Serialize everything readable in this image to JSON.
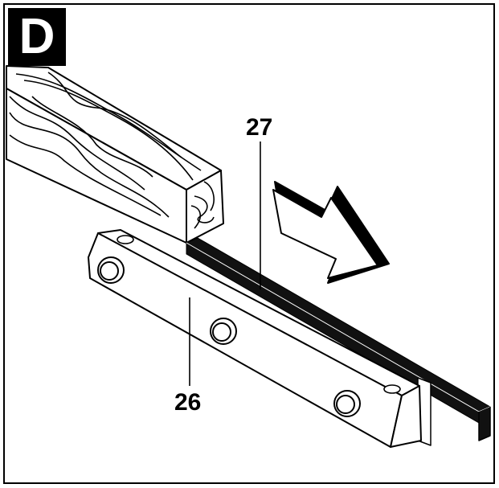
{
  "panel": {
    "letter": "D"
  },
  "callouts": [
    {
      "id": "27",
      "label": "27",
      "target": "blade-strip"
    },
    {
      "id": "26",
      "label": "26",
      "target": "blade-holder"
    }
  ],
  "colors": {
    "ink": "#000000",
    "paper": "#ffffff"
  }
}
